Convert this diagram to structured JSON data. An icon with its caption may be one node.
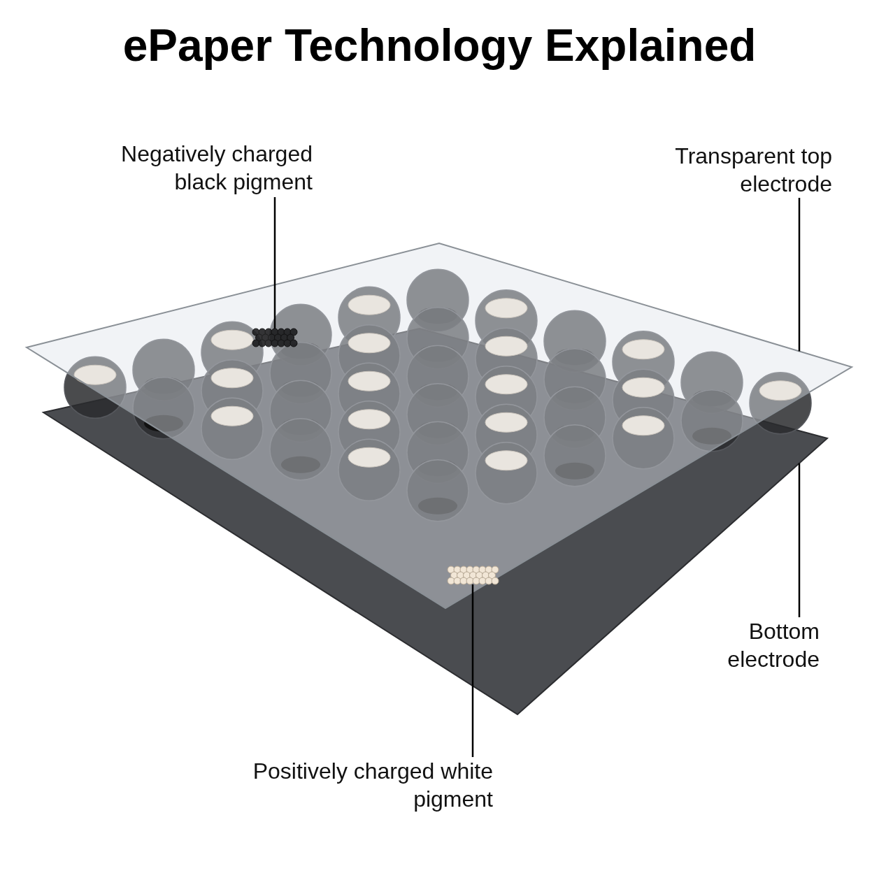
{
  "diagram": {
    "title": "ePaper Technology Explained",
    "nodes": [
      {
        "text": [
          "Negatively charged black pigment"
        ]
      },
      {
        "text": [
          "Transparent top electrode"
        ]
      },
      {
        "text": [
          "Bottom electrode"
        ]
      },
      {
        "text": [
          "Positively charged white pigment"
        ]
      },
      {
        "text": [],
        "shape": "picture",
        "in": 5
      },
      {
        "text": [],
        "shape": "picture"
      },
      {
        "text": [],
        "shape": "picture"
      },
      {
        "text": [],
        "shape": "picture"
      }
    ],
    "edges": [
      {
        "from": 0,
        "to": 4,
        "arrow": "none"
      },
      {
        "from": 1,
        "to": 5,
        "arrow": "none"
      },
      {
        "from": 2,
        "to": 6,
        "arrow": "none"
      },
      {
        "from": 3,
        "to": 7,
        "arrow": "none"
      }
    ]
  }
}
